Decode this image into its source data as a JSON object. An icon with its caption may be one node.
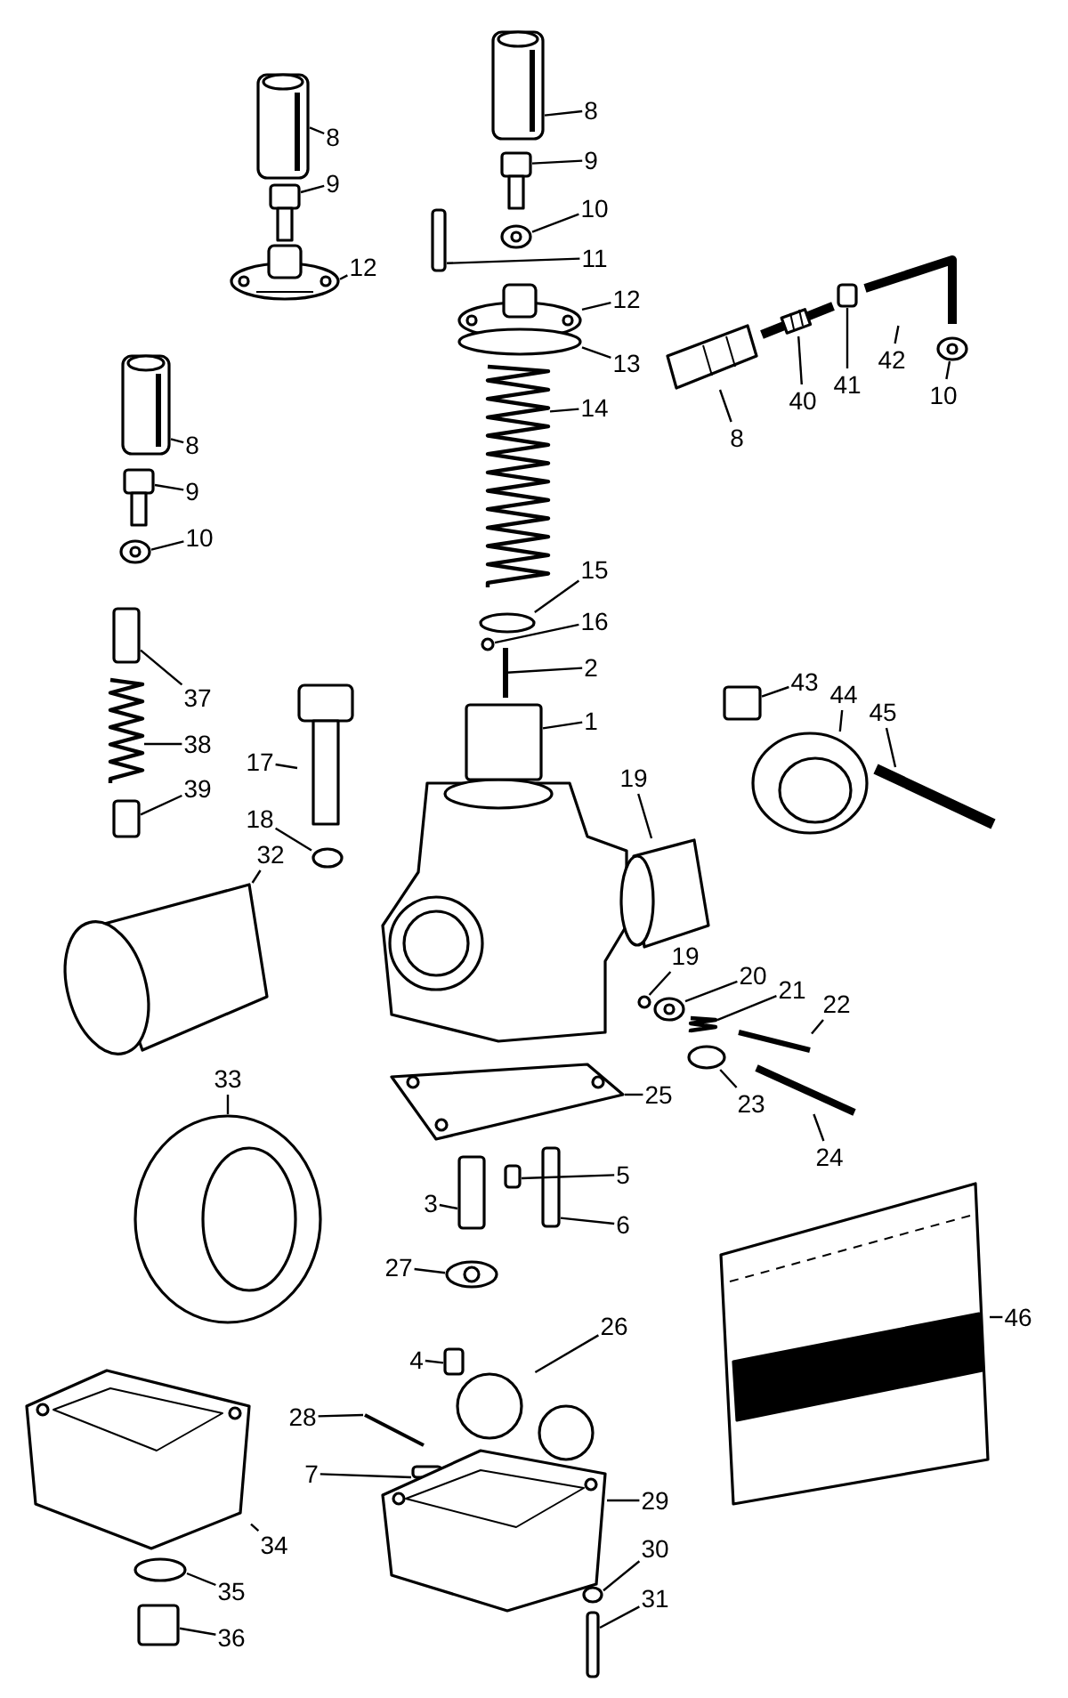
{
  "diagram": {
    "nodes": [
      {
        "text": [
          "8"
        ]
      },
      {
        "text": [
          "9"
        ]
      },
      {
        "text": [
          "12"
        ]
      },
      {
        "text": [
          "8"
        ]
      },
      {
        "text": [
          "9"
        ]
      },
      {
        "text": [
          "10"
        ]
      },
      {
        "text": [
          "11"
        ]
      },
      {
        "text": [
          "12"
        ]
      },
      {
        "text": [
          "13"
        ]
      },
      {
        "text": [
          "14"
        ]
      },
      {
        "text": [
          "15"
        ]
      },
      {
        "text": [
          "16"
        ]
      },
      {
        "text": [
          "2"
        ]
      },
      {
        "text": [
          "1"
        ]
      },
      {
        "text": [
          "8"
        ]
      },
      {
        "text": [
          "40"
        ]
      },
      {
        "text": [
          "41"
        ]
      },
      {
        "text": [
          "42"
        ]
      },
      {
        "text": [
          "10"
        ]
      },
      {
        "text": [
          "8"
        ]
      },
      {
        "text": [
          "9"
        ]
      },
      {
        "text": [
          "10"
        ]
      },
      {
        "text": [
          "37"
        ]
      },
      {
        "text": [
          "38"
        ]
      },
      {
        "text": [
          "39"
        ]
      },
      {
        "text": [
          "17"
        ]
      },
      {
        "text": [
          "18"
        ]
      },
      {
        "text": [
          "43"
        ]
      },
      {
        "text": [
          "44"
        ]
      },
      {
        "text": [
          "45"
        ]
      },
      {
        "text": [
          "19"
        ]
      },
      {
        "text": [
          "32"
        ]
      },
      {
        "text": [
          "19"
        ]
      },
      {
        "text": [
          "20"
        ]
      },
      {
        "text": [
          "21"
        ]
      },
      {
        "text": [
          "22"
        ]
      },
      {
        "text": [
          "23"
        ]
      },
      {
        "text": [
          "24"
        ]
      },
      {
        "text": [
          "25"
        ]
      },
      {
        "text": [
          "5"
        ]
      },
      {
        "text": [
          "3"
        ]
      },
      {
        "text": [
          "6"
        ]
      },
      {
        "text": [
          "27"
        ]
      },
      {
        "text": [
          "33"
        ]
      },
      {
        "text": [
          "46"
        ]
      },
      {
        "text": [
          "26"
        ]
      },
      {
        "text": [
          "4"
        ]
      },
      {
        "text": [
          "28"
        ]
      },
      {
        "text": [
          "7"
        ]
      },
      {
        "text": [
          "29"
        ]
      },
      {
        "text": [
          "34"
        ]
      },
      {
        "text": [
          "35"
        ]
      },
      {
        "text": [
          "36"
        ]
      },
      {
        "text": [
          "30"
        ]
      },
      {
        "text": [
          "31"
        ]
      },
      {
        "text": [],
        "shape": "picture"
      },
      {
        "text": [],
        "shape": "picture"
      },
      {
        "text": [],
        "shape": "picture"
      },
      {
        "text": [],
        "shape": "picture"
      },
      {
        "text": [],
        "shape": "picture"
      },
      {
        "text": [],
        "shape": "picture"
      },
      {
        "text": [],
        "shape": "box"
      },
      {
        "text": [],
        "shape": "picture"
      },
      {
        "text": [],
        "shape": "circle"
      },
      {
        "text": [],
        "shape": "picture"
      },
      {
        "text": [],
        "shape": "circle"
      },
      {
        "text": [],
        "shape": "circle"
      },
      {
        "text": [],
        "shape": "bar"
      },
      {
        "text": [],
        "shape": "box"
      },
      {
        "text": [],
        "shape": "picture"
      },
      {
        "text": [],
        "shape": "picture"
      },
      {
        "text": [],
        "shape": "box"
      },
      {
        "text": [],
        "shape": "picture"
      },
      {
        "text": [],
        "shape": "picture"
      },
      {
        "text": [],
        "shape": "picture"
      },
      {
        "text": [],
        "shape": "picture"
      },
      {
        "text": [],
        "shape": "picture"
      },
      {
        "text": [],
        "shape": "box"
      },
      {
        "text": [],
        "shape": "picture"
      },
      {
        "text": [],
        "shape": "box"
      },
      {
        "text": [],
        "shape": "picture"
      },
      {
        "text": [],
        "shape": "circle"
      },
      {
        "text": [],
        "shape": "box"
      },
      {
        "text": [],
        "shape": "picture"
      },
      {
        "text": [],
        "shape": "bar"
      },
      {
        "text": [],
        "shape": "picture"
      },
      {
        "text": [],
        "shape": "picture"
      },
      {
        "text": [],
        "shape": "circle"
      },
      {
        "text": [],
        "shape": "picture"
      },
      {
        "text": [],
        "shape": "picture"
      },
      {
        "text": [],
        "shape": "bar"
      },
      {
        "text": [],
        "shape": "circle"
      },
      {
        "text": [],
        "shape": "bar"
      },
      {
        "text": [],
        "shape": "picture"
      },
      {
        "text": [],
        "shape": "box"
      },
      {
        "text": [],
        "shape": "box"
      },
      {
        "text": [],
        "shape": "box"
      },
      {
        "text": [],
        "shape": "picture"
      },
      {
        "text": [],
        "shape": "picture"
      },
      {
        "text": [],
        "shape": "picture"
      },
      {
        "text": [],
        "shape": "picture"
      },
      {
        "text": [],
        "shape": "box"
      },
      {
        "text": [],
        "shape": "bar"
      },
      {
        "text": [],
        "shape": "box"
      },
      {
        "text": [],
        "shape": "picture"
      },
      {
        "text": [],
        "shape": "picture"
      },
      {
        "text": [],
        "shape": "circle"
      },
      {
        "text": [],
        "shape": "box"
      },
      {
        "text": [],
        "shape": "circle"
      },
      {
        "text": [],
        "shape": "box"
      }
    ],
    "edges": [
      {
        "from": 0,
        "to": 55,
        "arrow": "none"
      },
      {
        "from": 1,
        "to": 56,
        "arrow": "none"
      },
      {
        "from": 2,
        "to": 57,
        "arrow": "none"
      },
      {
        "from": 3,
        "to": 58,
        "arrow": "none"
      },
      {
        "from": 4,
        "to": 59,
        "arrow": "none"
      },
      {
        "from": 5,
        "to": 60,
        "arrow": "none"
      },
      {
        "from": 6,
        "to": 61,
        "arrow": "none"
      },
      {
        "from": 7,
        "to": 62,
        "arrow": "none"
      },
      {
        "from": 8,
        "to": 63,
        "arrow": "none"
      },
      {
        "from": 9,
        "to": 64,
        "arrow": "none"
      },
      {
        "from": 10,
        "to": 65,
        "arrow": "none"
      },
      {
        "from": 11,
        "to": 66,
        "arrow": "none"
      },
      {
        "from": 12,
        "to": 67,
        "arrow": "none"
      },
      {
        "from": 13,
        "to": 68,
        "arrow": "none"
      },
      {
        "from": 14,
        "to": 69,
        "arrow": "none"
      },
      {
        "from": 15,
        "to": 70,
        "arrow": "none"
      },
      {
        "from": 16,
        "to": 71,
        "arrow": "none"
      },
      {
        "from": 17,
        "to": 72,
        "arrow": "none"
      },
      {
        "from": 18,
        "to": 73,
        "arrow": "none"
      },
      {
        "from": 19,
        "to": 74,
        "arrow": "none"
      },
      {
        "from": 20,
        "to": 75,
        "arrow": "none"
      },
      {
        "from": 21,
        "to": 76,
        "arrow": "none"
      },
      {
        "from": 22,
        "to": 77,
        "arrow": "none"
      },
      {
        "from": 23,
        "to": 78,
        "arrow": "none"
      },
      {
        "from": 24,
        "to": 79,
        "arrow": "none"
      },
      {
        "from": 25,
        "to": 80,
        "arrow": "none"
      },
      {
        "from": 26,
        "to": 81,
        "arrow": "none"
      },
      {
        "from": 27,
        "to": 82,
        "arrow": "none"
      },
      {
        "from": 28,
        "to": 83,
        "arrow": "none"
      },
      {
        "from": 29,
        "to": 84,
        "arrow": "none"
      },
      {
        "from": 30,
        "to": 85,
        "arrow": "none"
      },
      {
        "from": 31,
        "to": 86,
        "arrow": "none"
      },
      {
        "from": 32,
        "to": 87,
        "arrow": "none"
      },
      {
        "from": 33,
        "to": 88,
        "arrow": "none"
      },
      {
        "from": 34,
        "to": 89,
        "arrow": "none"
      },
      {
        "from": 35,
        "to": 90,
        "arrow": "none"
      },
      {
        "from": 36,
        "to": 91,
        "arrow": "none"
      },
      {
        "from": 37,
        "to": 92,
        "arrow": "none"
      },
      {
        "from": 38,
        "to": 93,
        "arrow": "none"
      },
      {
        "from": 39,
        "to": 94,
        "arrow": "none"
      },
      {
        "from": 40,
        "to": 95,
        "arrow": "none"
      },
      {
        "from": 41,
        "to": 96,
        "arrow": "none"
      },
      {
        "from": 42,
        "to": 97,
        "arrow": "none"
      },
      {
        "from": 43,
        "to": 98,
        "arrow": "none"
      },
      {
        "from": 44,
        "to": 99,
        "arrow": "none"
      },
      {
        "from": 45,
        "to": 100,
        "arrow": "none"
      },
      {
        "from": 46,
        "to": 101,
        "arrow": "none"
      },
      {
        "from": 47,
        "to": 102,
        "arrow": "none"
      },
      {
        "from": 48,
        "to": 103,
        "arrow": "none"
      },
      {
        "from": 49,
        "to": 104,
        "arrow": "none"
      },
      {
        "from": 50,
        "to": 105,
        "arrow": "none"
      },
      {
        "from": 51,
        "to": 106,
        "arrow": "none"
      },
      {
        "from": 52,
        "to": 107,
        "arrow": "none"
      },
      {
        "from": 53,
        "to": 108,
        "arrow": "none"
      },
      {
        "from": 54,
        "to": 109,
        "arrow": "none"
      }
    ]
  }
}
